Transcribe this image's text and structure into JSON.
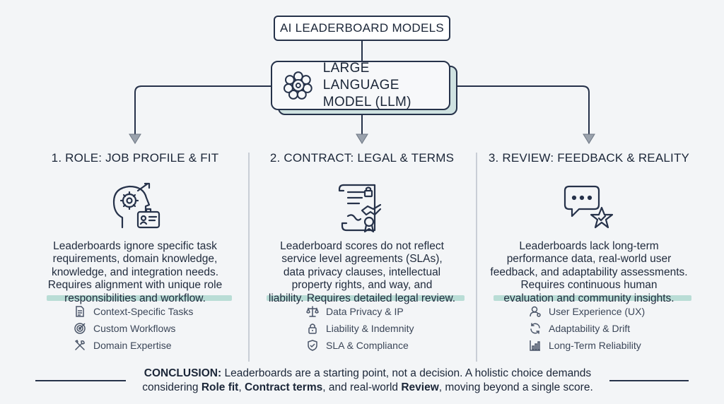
{
  "title": "AI LEADERBOARD MODELS",
  "llm": {
    "line1": "LARGE LANGUAGE",
    "line2": "MODEL (LLM)",
    "icon": "brain-gear-icon"
  },
  "columns": [
    {
      "title": "1. ROLE: JOB PROFILE & FIT",
      "icon": "head-gear-badge-icon",
      "body": [
        "Leaderboards ignore specific task",
        "requirements, domain knowledge,",
        "knowledge, and integration needs.",
        "Requires alignment with unique role",
        "responsibilities and workflow."
      ],
      "bullets": [
        {
          "icon": "document-icon",
          "label": "Context-Specific Tasks"
        },
        {
          "icon": "target-icon",
          "label": "Custom Workflows"
        },
        {
          "icon": "tools-icon",
          "label": "Domain Expertise"
        }
      ]
    },
    {
      "title": "2. CONTRACT: LEGAL & TERMS",
      "icon": "contract-scroll-icon",
      "body": [
        "Leaderboard scores do not reflect",
        "service level agreements (SLAs),",
        "data privacy clauses, intellectual",
        "property rights, and way, and",
        "liability. Requires detailed legal review."
      ],
      "bullets": [
        {
          "icon": "scales-icon",
          "label": "Data Privacy & IP"
        },
        {
          "icon": "lock-icon",
          "label": "Liability & Indemnity"
        },
        {
          "icon": "shield-icon",
          "label": "SLA & Compliance"
        }
      ]
    },
    {
      "title": "3. REVIEW: FEEDBACK & REALITY",
      "icon": "chat-star-icon",
      "body": [
        "Leaderboards lack long-term",
        "performance data, real-world user",
        "feedback, and adaptability assessments.",
        "Requires continuous human",
        "evaluation and community insights."
      ],
      "bullets": [
        {
          "icon": "user-icon",
          "label": "User Experience (UX)"
        },
        {
          "icon": "refresh-icon",
          "label": "Adaptability & Drift"
        },
        {
          "icon": "bar-chart-icon",
          "label": "Long-Term Reliability"
        }
      ]
    }
  ],
  "conclusion": {
    "label": "CONCLUSION:",
    "text1": " Leaderboards are a starting point, not a decision. A holistic choice demands",
    "text2a": "considering ",
    "role": "Role fit",
    "sep1": ", ",
    "contract": "Contract terms",
    "text2b": ", and real-world ",
    "review": "Review",
    "text2c": ", moving beyond a single score."
  },
  "colors": {
    "line": "#26324a",
    "highlight": "#b9ddd6",
    "background": "#f3f5f7",
    "arrow": "#8a93a0"
  }
}
